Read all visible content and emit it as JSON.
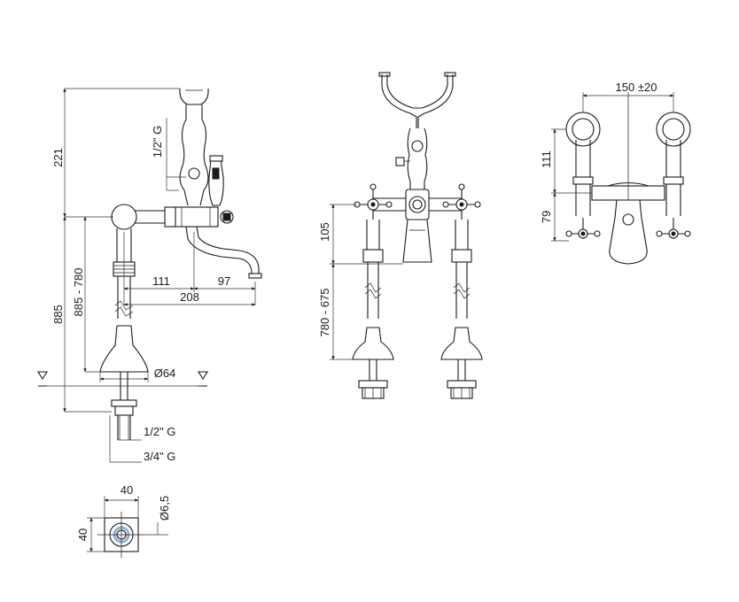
{
  "side_view": {
    "dim_221": "221",
    "dim_half_inch_g": "1/2\" G",
    "dim_885": "885",
    "dim_885_780": "885 - 780",
    "dim_111": "111",
    "dim_97": "97",
    "dim_208": "208",
    "dim_o64": "Ø64",
    "dim_inlet_half": "1/2\" G",
    "dim_inlet_three_quarter": "3/4\" G"
  },
  "base_detail": {
    "dim_40_width": "40",
    "dim_40_height": "40",
    "dim_o6_5": "Ø6,5"
  },
  "front_view": {
    "dim_105": "105",
    "dim_780_675": "780 - 675"
  },
  "top_view": {
    "dim_150_20": "150 ±20",
    "dim_111": "111",
    "dim_79": "79"
  },
  "colors": {
    "line": "#1a1a1a",
    "background": "#ffffff",
    "accent_blue": "#8fb3d9"
  }
}
